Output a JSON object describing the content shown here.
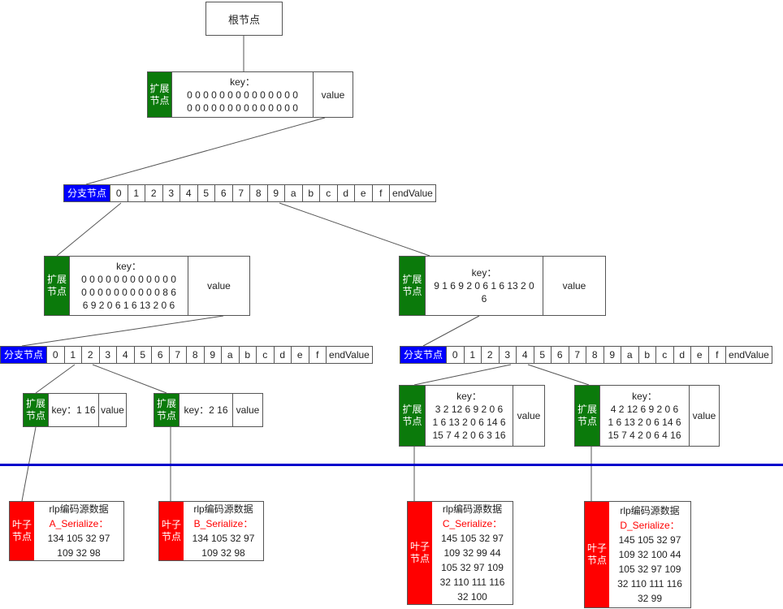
{
  "root": {
    "label": "根节点"
  },
  "tags": {
    "ext": "扩展节点",
    "branch": "分支节点",
    "leaf": "叶子节点"
  },
  "slots": [
    "0",
    "1",
    "2",
    "3",
    "4",
    "5",
    "6",
    "7",
    "8",
    "9",
    "a",
    "b",
    "c",
    "d",
    "e",
    "f"
  ],
  "end_value": "endValue",
  "value_label": "value",
  "key_label": "key：",
  "ext_top": {
    "key_lines": [
      "0 0 0 0 0 0 0 0 0 0 0 0 0 0",
      "0 0 0 0 0 0 0 0 0 0 0 0 0 0"
    ]
  },
  "ext_left": {
    "key_lines": [
      "0 0 0 0 0 0 0 0 0 0 0 0",
      "0 0 0 0 0 0 0 0 0 0 8 6",
      "6 9 2 0 6 1 6 13 2 0 6"
    ]
  },
  "ext_right": {
    "key_lines": [
      "9 1 6 9 2 0 6 1 6 13 2 0",
      "6"
    ]
  },
  "ext_a": {
    "key": "key：1 16"
  },
  "ext_b": {
    "key": "key：2 16"
  },
  "ext_c": {
    "key_lines": [
      "3 2 12 6 9 2 0 6",
      "1 6 13 2 0 6 14 6",
      "15 7 4 2 0 6 3 16"
    ]
  },
  "ext_d": {
    "key_lines": [
      "4 2 12 6 9 2 0 6",
      "1 6 13 2 0 6 14 6",
      "15 7 4 2 0 6 4 16"
    ]
  },
  "leaf_a": {
    "title": "rlp编码源数据",
    "name": "A_Serialize：",
    "lines": [
      "134 105 32 97",
      "109 32 98"
    ]
  },
  "leaf_b": {
    "title": "rlp编码源数据",
    "name": "B_Serialize：",
    "lines": [
      "134 105 32 97",
      "109 32 98"
    ]
  },
  "leaf_c": {
    "title": "rlp编码源数据",
    "name": "C_Serialize：",
    "lines": [
      "145 105 32 97",
      "109 32 99 44",
      "105 32 97 109",
      "32 110 111 116",
      "32 100"
    ]
  },
  "leaf_d": {
    "title": "rlp编码源数据",
    "name": "D_Serialize：",
    "lines": [
      "145 105 32 97",
      "109 32 100 44",
      "105 32 97 109",
      "32 110 111 116",
      "32 99"
    ]
  },
  "colors": {
    "extension": "#0b7a0b",
    "branch": "#0000ff",
    "leaf": "#ff0000",
    "divider": "#0000cc"
  }
}
